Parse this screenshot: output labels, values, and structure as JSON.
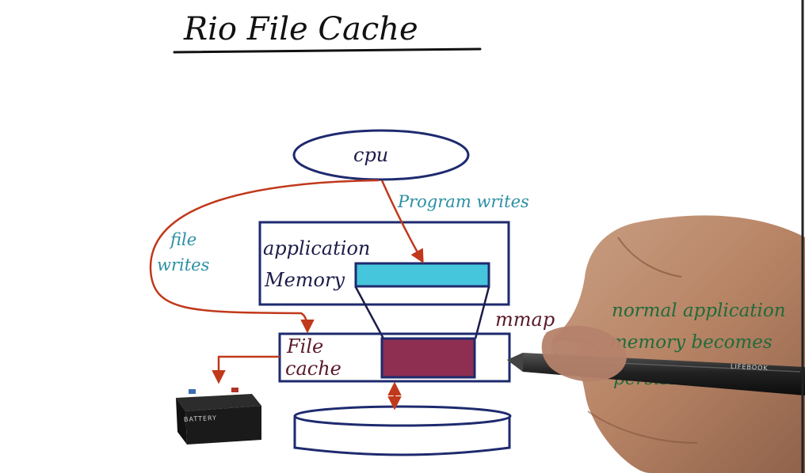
{
  "title": "Rio File Cache",
  "nodes": {
    "cpu": "cpu",
    "application_memory": [
      "application",
      "Memory"
    ],
    "file_cache": [
      "File",
      "cache"
    ]
  },
  "edge_labels": {
    "program_writes": "Program writes",
    "file_writes": [
      "file",
      "writes"
    ]
  },
  "mmap": {
    "label": "mmap",
    "arrow": "⇒",
    "note": [
      "normal application",
      "memory becomes",
      "persistent"
    ]
  },
  "battery": {
    "label": "BATTERY"
  },
  "pen": {
    "brand": "LIFEBOOK"
  },
  "colors": {
    "navy": "#1e2a6e",
    "red_arrow": "#c0391b",
    "teal_fill": "#45c6dc",
    "maroon_fill": "#8e2f52",
    "green": "#1f6b3a"
  }
}
